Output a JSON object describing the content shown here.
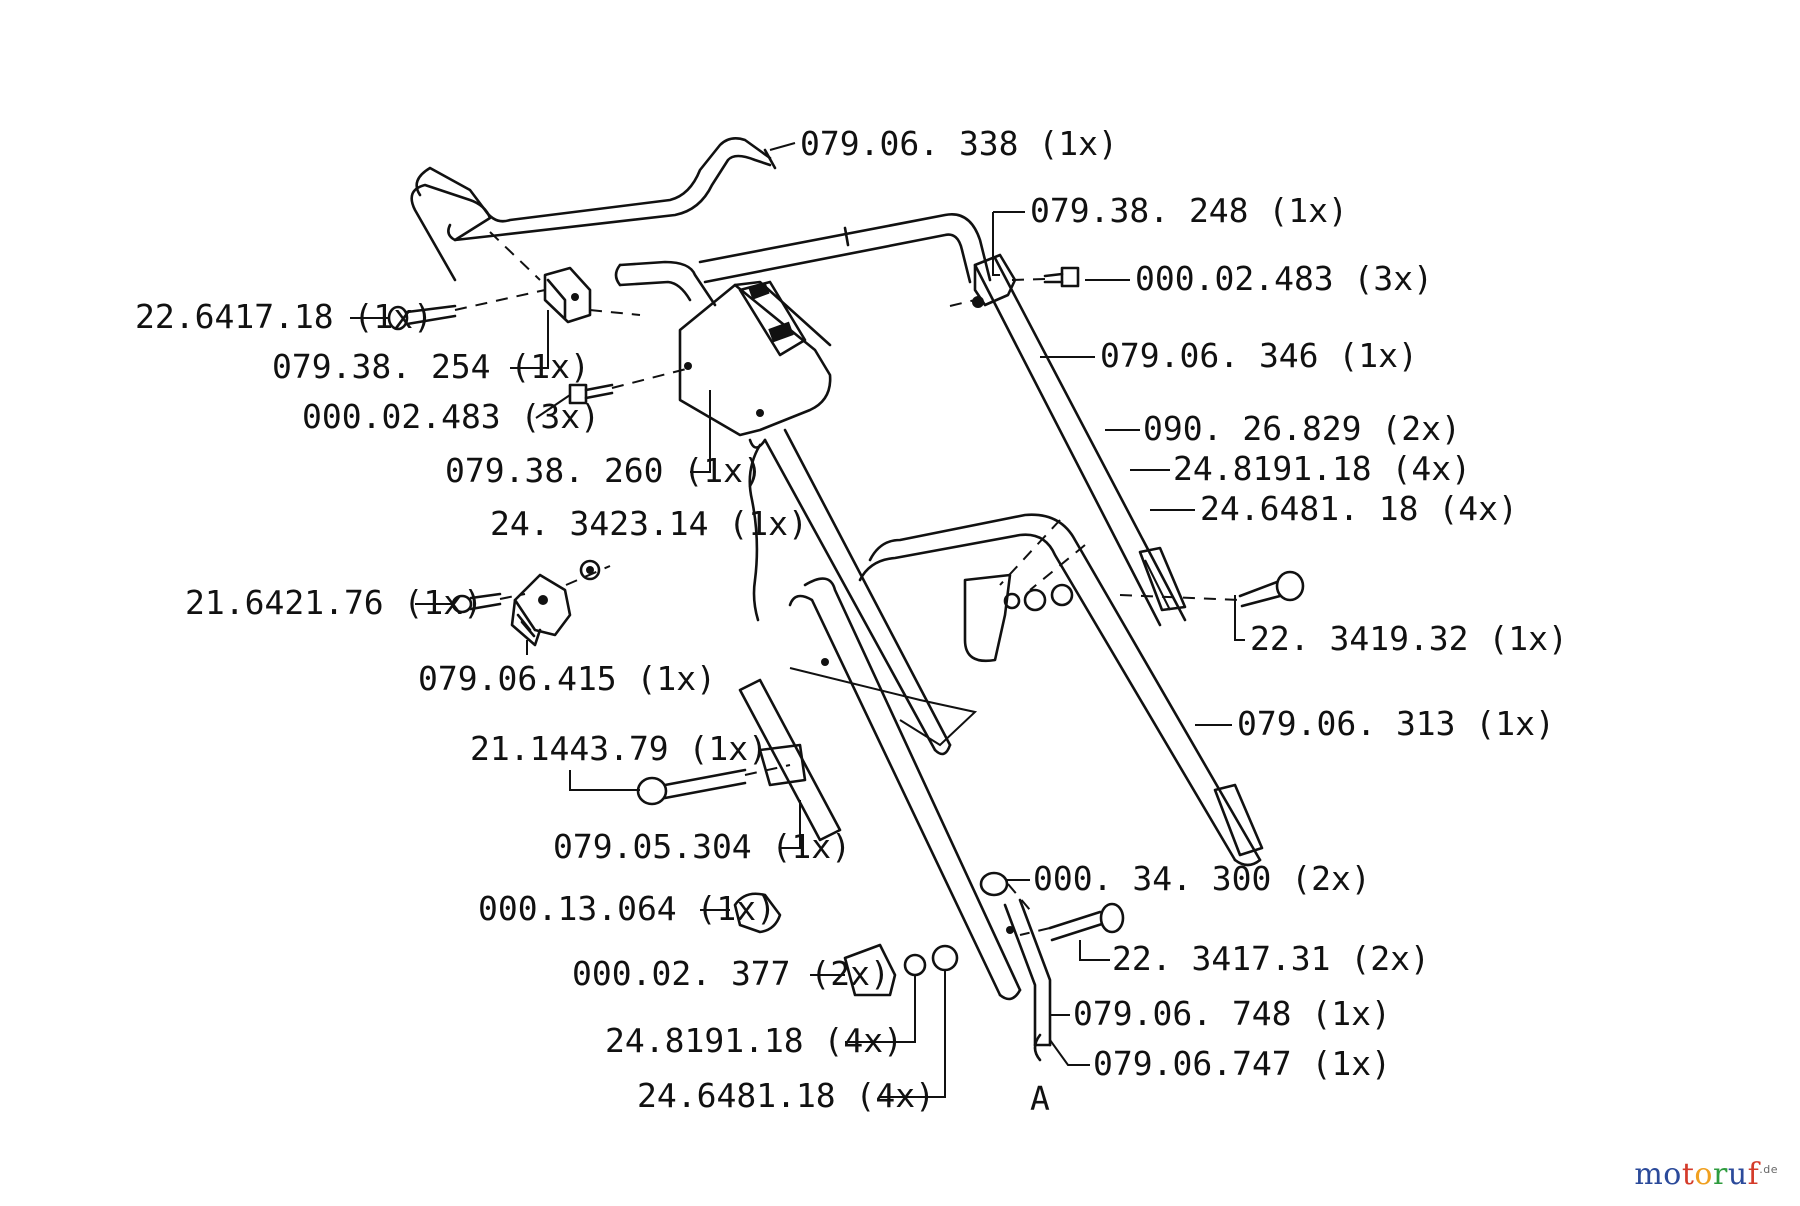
{
  "labels": {
    "l01": "079.06. 338  (1x)",
    "l02": "079.38. 248  (1x)",
    "l03": "000.02.483  (3x)",
    "l04": "22.6417.18  (1x)",
    "l05": "079.38. 254  (1x)",
    "l06": "079.06. 346  (1x)",
    "l07": "000.02.483  (3x)",
    "l08": "079.38. 260  (1x)",
    "l09": "090. 26.829  (2x)",
    "l10": "24.8191.18  (4x)",
    "l11": "24. 3423.14  (1x)",
    "l12": "24.6481. 18  (4x)",
    "l13": "21.6421.76  (1x)",
    "l14": "22. 3419.32  (1x)",
    "l15": "079.06.415  (1x)",
    "l16": "079.06. 313  (1x)",
    "l17": "21.1443.79  (1x)",
    "l18": "079.05.304  (1x)",
    "l19": "000. 34. 300 (2x)",
    "l20": "000.13.064  (1x)",
    "l21": "22. 3417.31  (2x)",
    "l22": "000.02. 377  (2x)",
    "l23": "079.06. 748  (1x)",
    "l24": "24.8191.18  (4x)",
    "l25": "079.06.747  (1x)",
    "l26": "24.6481.18  (4x)",
    "l27": "A"
  },
  "watermark": {
    "letters": [
      "m",
      "o",
      "t",
      "o",
      "r",
      "u",
      "f"
    ],
    "suffix": ".de",
    "colors": [
      "#2b4a9a",
      "#2b4a9a",
      "#d43b2a",
      "#f0a020",
      "#2e9c3e",
      "#2b4a9a",
      "#d43b2a"
    ]
  }
}
